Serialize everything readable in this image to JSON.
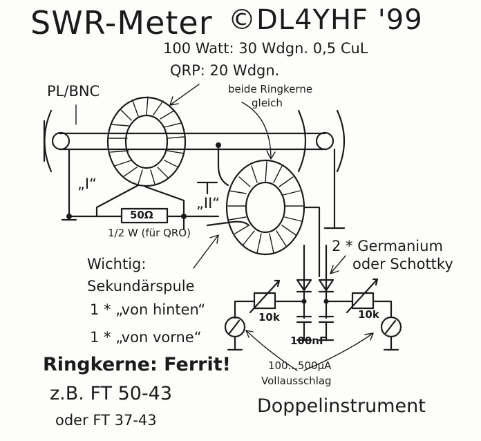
{
  "title": "SWR-Meter",
  "author": "©DL4YHF '99",
  "notes": {
    "power_100w": "100 Watt: 30 Wdgn. 0,5 CuL",
    "power_qrp": "QRP: 20 Wdgn.",
    "both_cores": "beide Ringkerne",
    "both_cores_2": "gleich",
    "connector": "PL/BNC",
    "toroid_1": "„I“",
    "toroid_2": "„II“",
    "resistor_value": "50Ω",
    "resistor_power": "1/2 W (für QRO)",
    "diodes": "2 * Germanium",
    "diodes_2": "oder Schottky",
    "important": "Wichtig:",
    "secondary": "Sekundärspule",
    "from_behind": "1 * „von hinten“",
    "from_front": "1 * „von vorne“",
    "pot_left": "10k",
    "pot_right": "10k",
    "cap": "100nF",
    "meter_range": "100...500μA",
    "meter_range_2": "Vollausschlag",
    "double_meter": "Doppelinstrument",
    "cores": "Ringkerne: Ferrit!",
    "example_1": "z.B. FT 50-43",
    "example_2": "oder FT 37-43"
  }
}
